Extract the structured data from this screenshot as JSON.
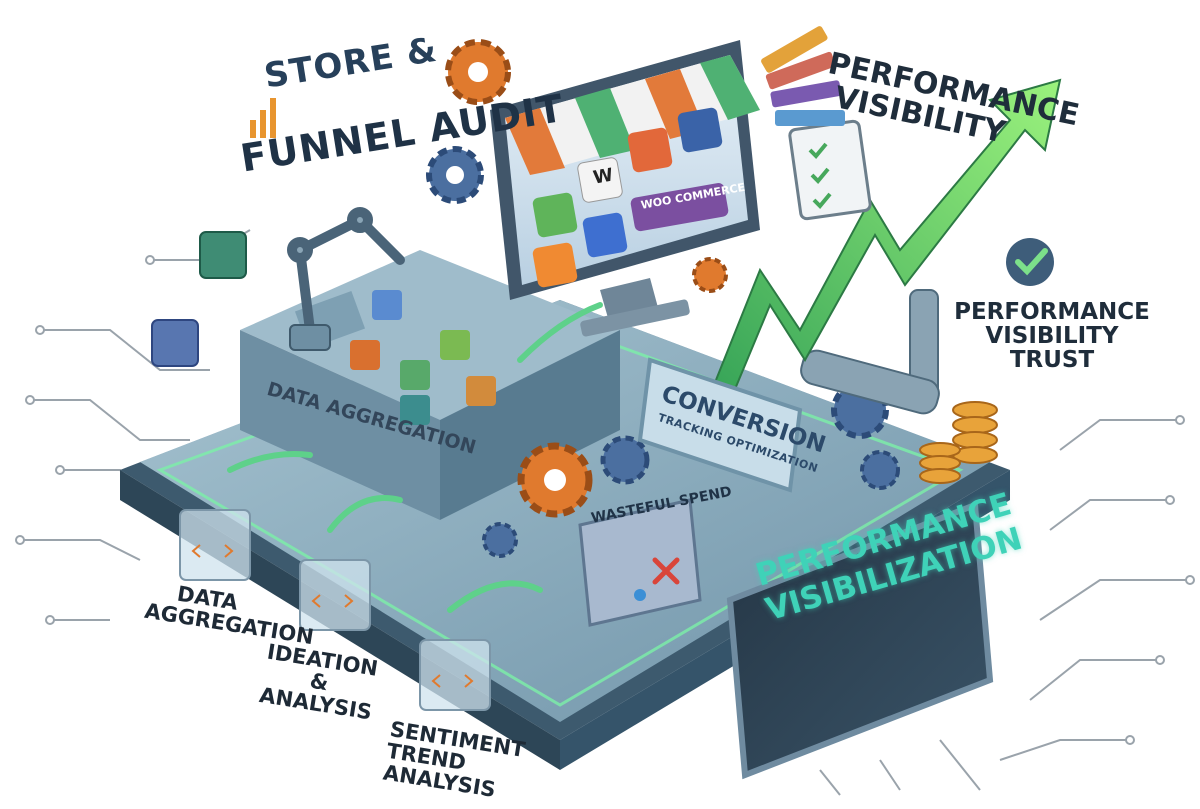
{
  "title": {
    "line1": "Store &",
    "line2": "Funnel Audit"
  },
  "labels": {
    "performance_visibility": "Performance Visibility",
    "performance_visibility_trust": "Performance Visibility Trust",
    "data_aggregation": "Data Aggregation",
    "ideation_analysis": "Ideation & Analysis",
    "sentiment": "Sentiment Trend Analysis",
    "platform_data_aggregation": "Data Aggregation",
    "conversion": "Conversion",
    "conversion_sub": "Tracking Optimization",
    "wasteful_spend": "Wasteful Spend",
    "performance_visibilization": "Performance Visibilization",
    "woocommerce": "WOO COMMERCE",
    "w_logo": "W"
  },
  "colors": {
    "platform_top": "#5b7f95",
    "platform_glow": "#7cf0a8",
    "arrow_green": "#4cc46a",
    "gear_orange": "#e07a2e",
    "gear_blue": "#4b6fa0",
    "screen_bg": "#d6e6f2",
    "neon_text": "#3fd2b8"
  },
  "icons": [
    "gear-icon",
    "monitor-icon",
    "awning-icon",
    "shopify-icon",
    "magento-icon",
    "cart-icon",
    "blogger-icon",
    "mail-icon",
    "robot-arm-icon",
    "cube-icon",
    "coin-stack-icon",
    "checklist-icon",
    "checkmark-badge-icon",
    "color-swatch-icon",
    "pipe-icon",
    "growth-arrow-icon",
    "circuit-lines-icon",
    "bar-chart-icon"
  ]
}
